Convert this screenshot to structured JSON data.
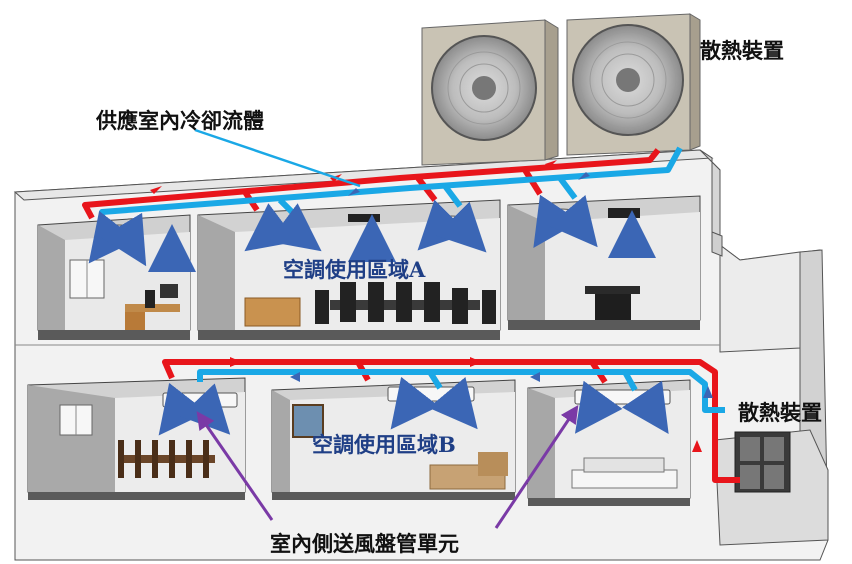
{
  "labels": {
    "heat_top": "散熱裝置",
    "heat_right": "散熱裝置",
    "supply_fluid": "供應室內冷卻流體",
    "zone_a": "空調使用區域A",
    "zone_b": "空調使用區域B",
    "indoor_unit": "室內側送風盤管單元"
  },
  "colors": {
    "supply_pipe": "#e8151b",
    "return_pipe": "#1aa8e6",
    "airflow_arrow": "#3b66b5",
    "callout_blue": "#1aa8e6",
    "callout_purple": "#7a3aa6",
    "zone_text": "#1f3f86"
  },
  "icons": [
    "condenser-fan-icon",
    "ceiling-cassette-icon",
    "wall-unit-icon",
    "airflow-arrow-icon"
  ]
}
